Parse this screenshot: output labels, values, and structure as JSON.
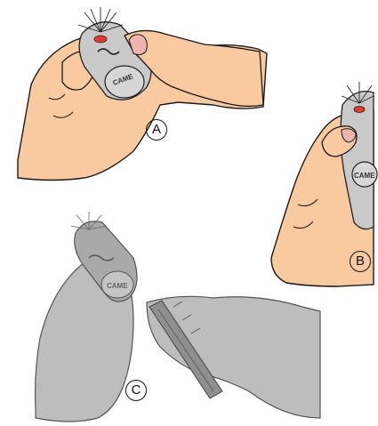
{
  "markers": {
    "a": "A",
    "b": "B",
    "c": "C"
  },
  "remote_brand": "CAME",
  "colors": {
    "skin": "#f9c9a0",
    "skin_outline": "#1a1a1a",
    "remote_body": "#c9c9c9",
    "led_red": "#e23b2e",
    "panel_c": "#bdbdbd"
  }
}
